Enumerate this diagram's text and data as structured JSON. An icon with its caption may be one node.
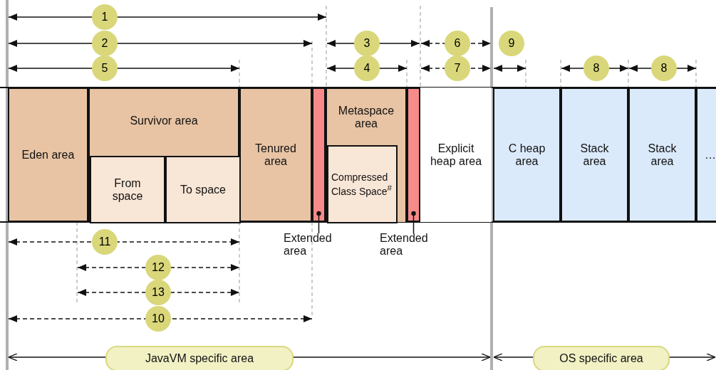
{
  "diagram": {
    "nodes": [
      {
        "text": [
          "Eden area"
        ]
      },
      {
        "text": [
          "Survivor area"
        ]
      },
      {
        "text": [
          "From space"
        ],
        "in": 1
      },
      {
        "text": [
          "To space"
        ],
        "in": 1
      },
      {
        "text": [
          "Tenured area"
        ]
      },
      {
        "text": [],
        "shape": "bar"
      },
      {
        "text": [
          "Metaspace area"
        ]
      },
      {
        "text": [
          "Compressed Class Space$^{#}$"
        ],
        "in": 6
      },
      {
        "text": [],
        "shape": "bar"
      },
      {
        "text": [
          "Explicit heap area"
        ]
      },
      {
        "text": [
          "C heap area"
        ]
      },
      {
        "text": [
          "Stack area"
        ]
      },
      {
        "text": [
          "Stack area"
        ]
      },
      {
        "text": [
          "…"
        ]
      },
      {
        "text": [
          "Extended area"
        ]
      },
      {
        "text": [
          "Extended area"
        ]
      },
      {
        "text": [
          "JavaVM specific area"
        ]
      },
      {
        "text": [
          "OS specific area"
        ]
      }
    ],
    "edges": [
      {
        "from": 14,
        "to": 5,
        "arrow": "other"
      },
      {
        "from": 15,
        "to": 8,
        "arrow": "other"
      }
    ],
    "labels": [
      "1",
      "2",
      "3",
      "6",
      "9",
      "5",
      "4",
      "7",
      "8",
      "8",
      "11",
      "12",
      "13",
      "10"
    ]
  }
}
